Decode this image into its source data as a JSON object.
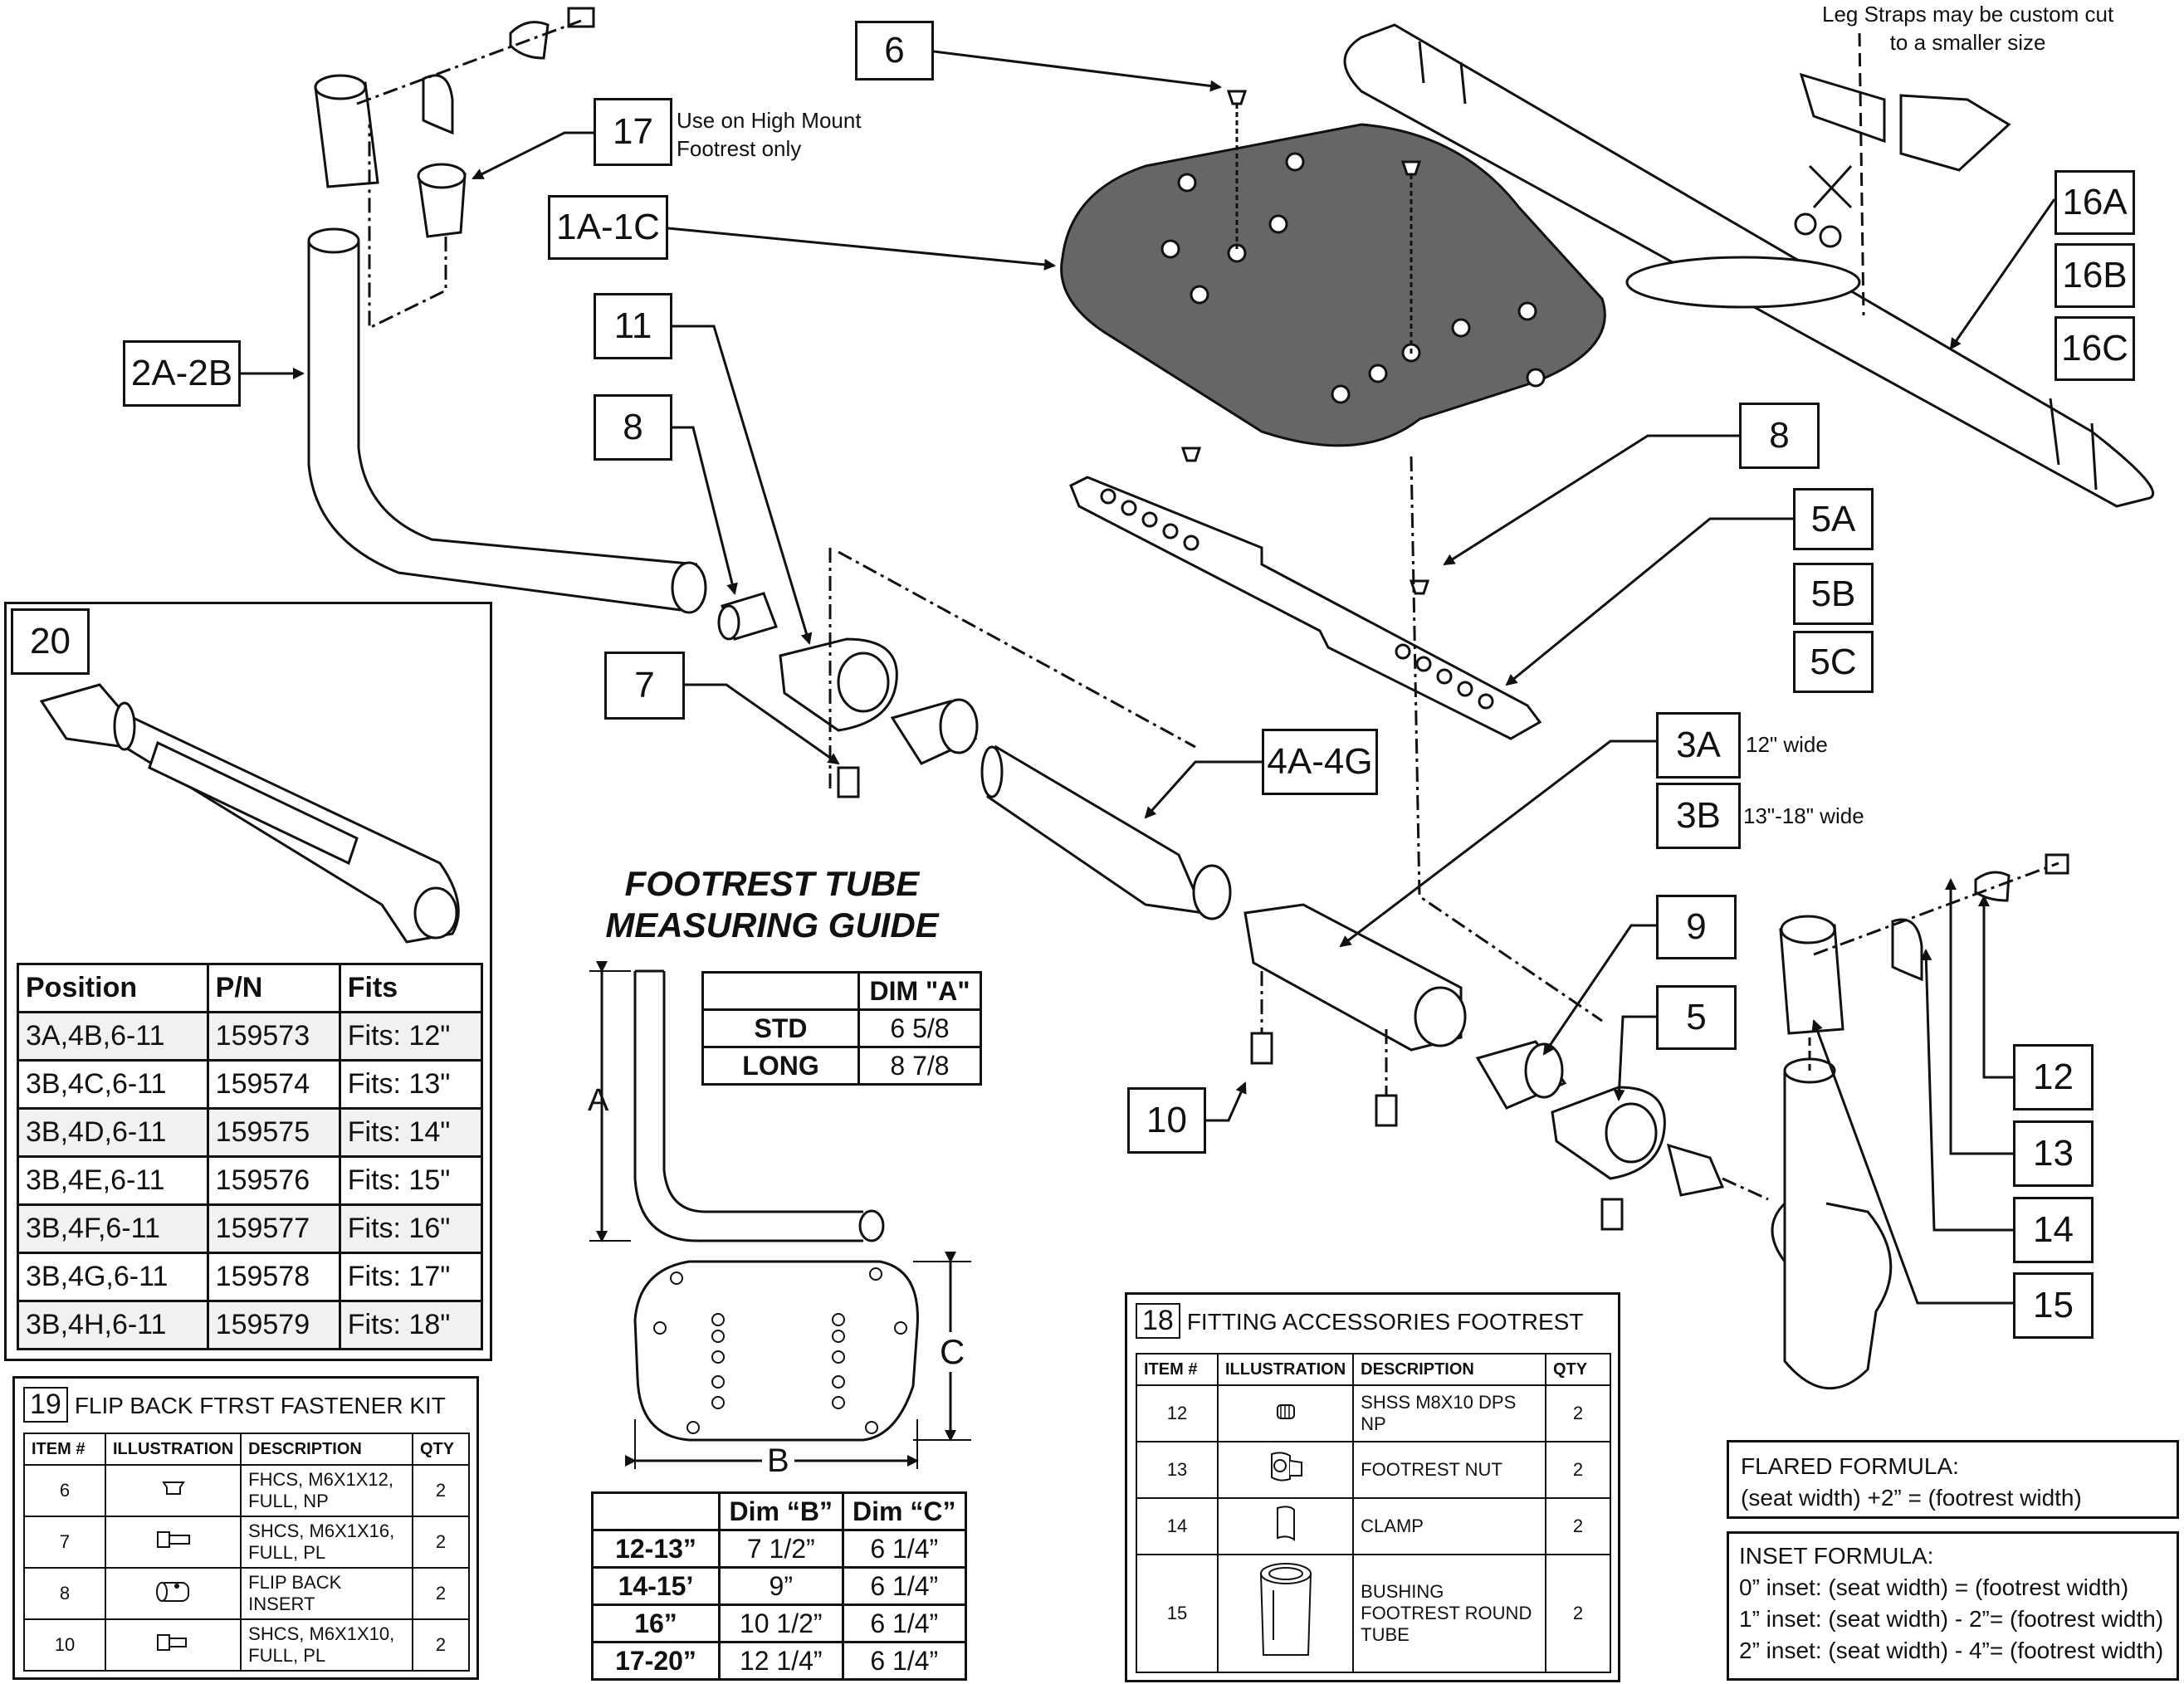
{
  "callouts": {
    "c6": "6",
    "c17": "17",
    "c1a": "1A-1C",
    "c2a": "2A-2B",
    "c11": "11",
    "c8a": "8",
    "c8b": "8",
    "c7": "7",
    "c4a": "4A-4G",
    "c16a": "16A",
    "c16b": "16B",
    "c16c": "16C",
    "c5a": "5A",
    "c5b": "5B",
    "c5c": "5C",
    "c3a": "3A",
    "c3b": "3B",
    "c9": "9",
    "c5": "5",
    "c10": "10",
    "c12": "12",
    "c13": "13",
    "c14": "14",
    "c15": "15"
  },
  "notes": {
    "leg_straps": [
      "Leg Straps may be custom cut",
      "to a smaller size"
    ],
    "high_mount": [
      "Use on High Mount",
      "Footrest only"
    ],
    "w3a": "12\" wide",
    "w3b": "13\"-18\" wide"
  },
  "guide": {
    "title": [
      "FOOTREST TUBE",
      "MEASURING GUIDE"
    ],
    "label_a": "A",
    "label_b": "B",
    "label_c": "C",
    "dimA_header": "DIM \"A\"",
    "dimA_rows": [
      [
        "STD",
        "6 5/8"
      ],
      [
        "LONG",
        "8 7/8"
      ]
    ],
    "bc_headers": [
      "",
      "Dim “B”",
      "Dim “C”"
    ],
    "bc_rows": [
      [
        "12-13”",
        "7 1/2”",
        "6 1/4”"
      ],
      [
        "14-15’",
        "9”",
        "6 1/4”"
      ],
      [
        "16”",
        "10 1/2”",
        "6 1/4”"
      ],
      [
        "17-20”",
        "12 1/4”",
        "6 1/4”"
      ]
    ]
  },
  "panel20": {
    "number": "20",
    "headers": [
      "Position",
      "P/N",
      "Fits"
    ],
    "rows": [
      [
        "3A,4B,6-11",
        "159573",
        "Fits: 12\""
      ],
      [
        "3B,4C,6-11",
        "159574",
        "Fits: 13\""
      ],
      [
        "3B,4D,6-11",
        "159575",
        "Fits: 14\""
      ],
      [
        "3B,4E,6-11",
        "159576",
        "Fits: 15\""
      ],
      [
        "3B,4F,6-11",
        "159577",
        "Fits: 16\""
      ],
      [
        "3B,4G,6-11",
        "159578",
        "Fits: 17\""
      ],
      [
        "3B,4H,6-11",
        "159579",
        "Fits: 18\""
      ]
    ]
  },
  "kit19": {
    "number": "19",
    "title": "FLIP BACK FTRST FASTENER KIT",
    "headers": [
      "ITEM #",
      "ILLUSTRATION",
      "DESCRIPTION",
      "QTY"
    ],
    "rows": [
      {
        "item": "6",
        "icon": "flat-head-screw-icon",
        "desc": "FHCS, M6X1X12, FULL, NP",
        "qty": "2"
      },
      {
        "item": "7",
        "icon": "socket-head-screw-icon",
        "desc": "SHCS, M6X1X16, FULL, PL",
        "qty": "2"
      },
      {
        "item": "8",
        "icon": "flip-back-insert-icon",
        "desc": "FLIP BACK INSERT",
        "qty": "2"
      },
      {
        "item": "10",
        "icon": "socket-head-screw-icon",
        "desc": "SHCS, M6X1X10, FULL, PL",
        "qty": "2"
      }
    ]
  },
  "kit18": {
    "number": "18",
    "title": "FITTING ACCESSORIES FOOTREST",
    "headers": [
      "ITEM #",
      "ILLUSTRATION",
      "DESCRIPTION",
      "QTY"
    ],
    "rows": [
      {
        "item": "12",
        "icon": "set-screw-icon",
        "desc": "SHSS M8X10 DPS NP",
        "qty": "2"
      },
      {
        "item": "13",
        "icon": "footrest-nut-icon",
        "desc": "FOOTREST NUT",
        "qty": "2"
      },
      {
        "item": "14",
        "icon": "clamp-icon",
        "desc": "CLAMP",
        "qty": "2"
      },
      {
        "item": "15",
        "icon": "bushing-icon",
        "desc": "BUSHING FOOTREST ROUND TUBE",
        "qty": "2"
      }
    ]
  },
  "formulas": {
    "flared": [
      "FLARED FORMULA:",
      "(seat width) +2”  = (footrest width)"
    ],
    "inset": [
      "INSET FORMULA:",
      "0” inset: (seat width)      = (footrest width)",
      "1” inset: (seat width) - 2”= (footrest width)",
      "2” inset: (seat width) - 4”= (footrest width)"
    ]
  }
}
